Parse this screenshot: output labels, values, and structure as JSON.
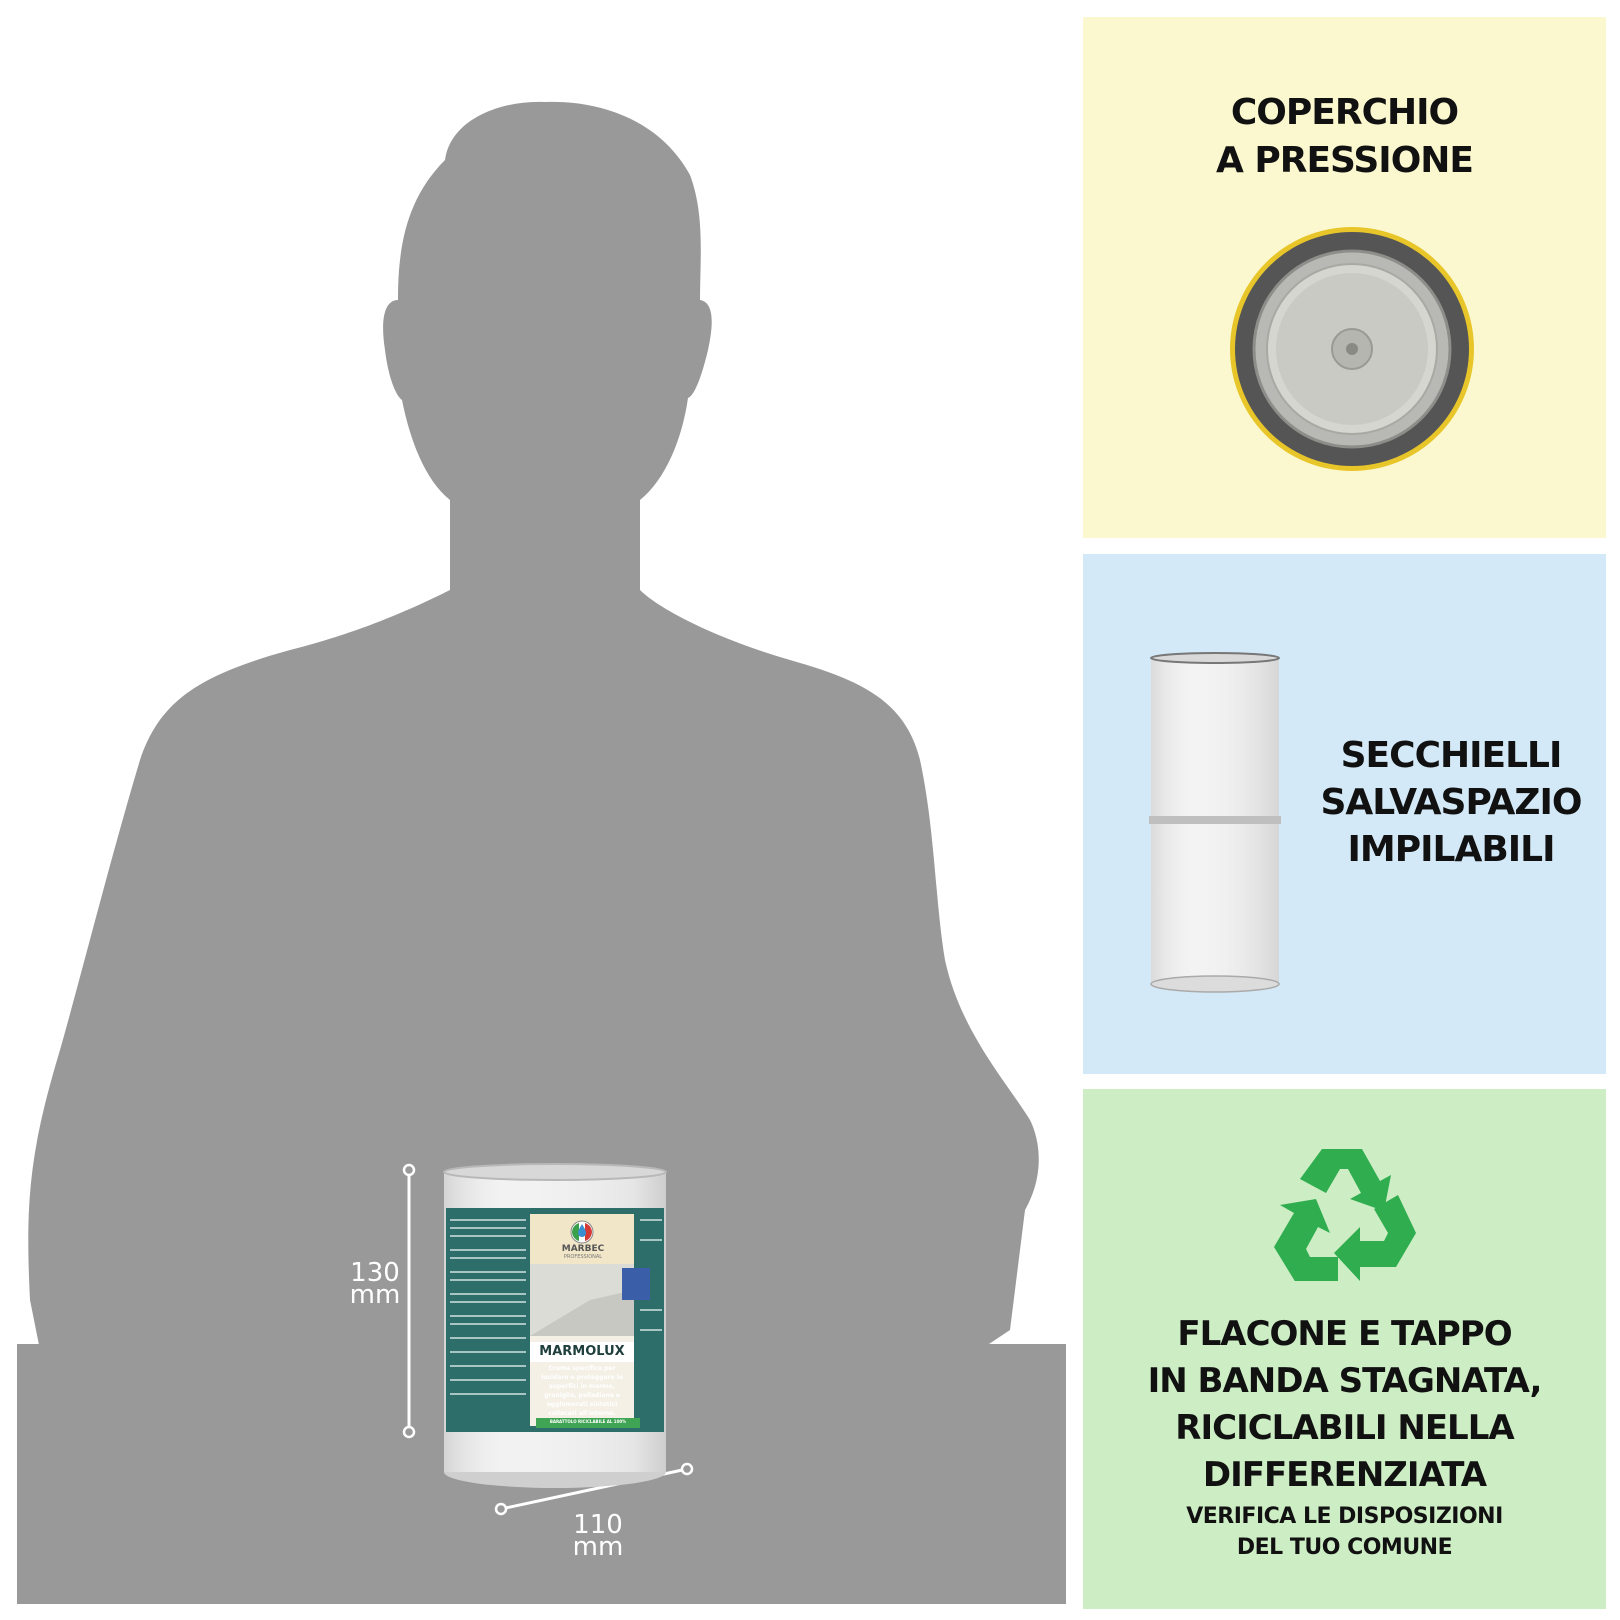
{
  "product_scale": {
    "height_value": "130",
    "height_unit": "mm",
    "width_value": "110",
    "width_unit": "mm"
  },
  "can_label": {
    "brand": "MARBEC",
    "brand_sub": "PROFESSIONAL",
    "product_name": "MARMOLUX",
    "description": "Crema specifica per lucidare e proteggere le superfici in marmo, graniglia, palladiana e agglomerati sintetici collocati all'interno.",
    "recycle_banner": "BARATTOLO RICICLABILE AL 100%"
  },
  "features": [
    {
      "id": "lid",
      "title_lines": [
        "COPERCHIO",
        "A PRESSIONE"
      ],
      "icon": "can-lid-icon",
      "background": "#fbf8cf"
    },
    {
      "id": "stack",
      "title_lines": [
        "SECCHIELLI",
        "SALVASPAZIO",
        "IMPILABILI"
      ],
      "icon": "stacked-cans-icon",
      "background": "#d4e9f7"
    },
    {
      "id": "recycle",
      "title_lines": [
        "FLACONE E TAPPO",
        "IN BANDA STAGNATA,",
        "RICICLABILI NELLA",
        "DIFFERENZIATA"
      ],
      "note_lines": [
        "VERIFICA LE DISPOSIZIONI",
        "DEL TUO COMUNE"
      ],
      "icon": "recycle-icon",
      "background": "#cdedc4"
    }
  ],
  "colors": {
    "silhouette": "#999999",
    "recycle_green": "#2fad4f",
    "label_teal": "#2e6e6a",
    "lid_gold": "#e8c62a"
  }
}
